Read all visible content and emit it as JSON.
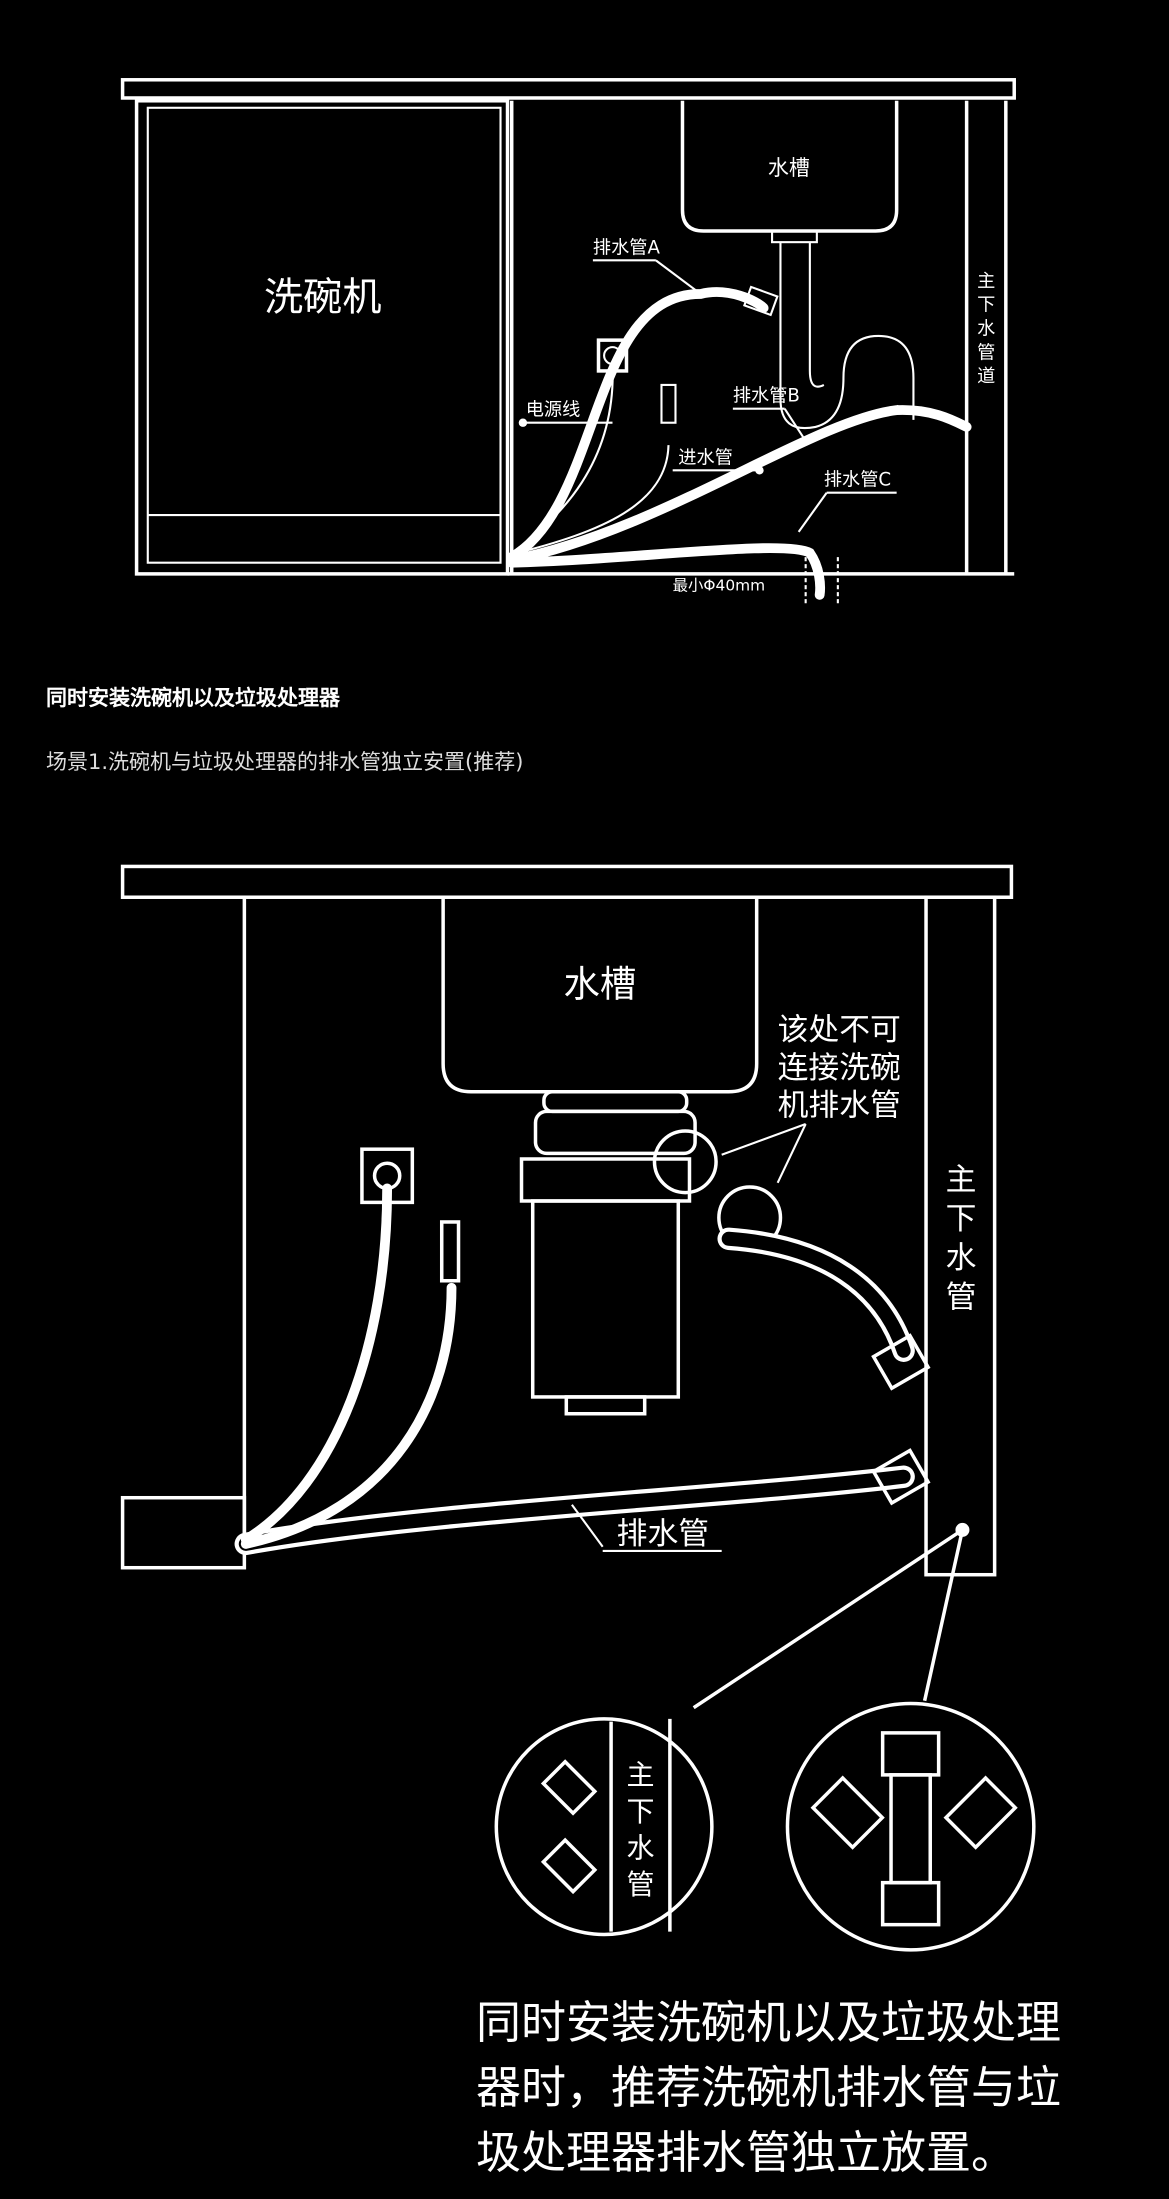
{
  "diagram1": {
    "dishwasher": "洗碗机",
    "sink": "水槽",
    "drain_a": "排水管A",
    "drain_b": "排水管B",
    "drain_c": "排水管C",
    "power_cord": "电源线",
    "inlet_hose": "进水管",
    "min_diameter": "最小Φ40mm",
    "main_sewer": [
      "主",
      "下",
      "水",
      "管",
      "道"
    ]
  },
  "section": {
    "title": "同时安装洗碗机以及垃圾处理器",
    "subtitle": "场景1.洗碗机与垃圾处理器的排水管独立安置(推荐)"
  },
  "diagram2": {
    "sink": "水槽",
    "warning": [
      "该处不可",
      "连接洗碗",
      "机排水管"
    ],
    "main_pipe": [
      "主",
      "下",
      "水",
      "管"
    ],
    "drain": "排水管",
    "detail_pipe": [
      "主",
      "下",
      "水",
      "管"
    ]
  },
  "note": [
    "同时安装洗碗机以及垃圾处理",
    "器时，推荐洗碗机排水管与垃",
    "圾处理器排水管独立放置。"
  ]
}
